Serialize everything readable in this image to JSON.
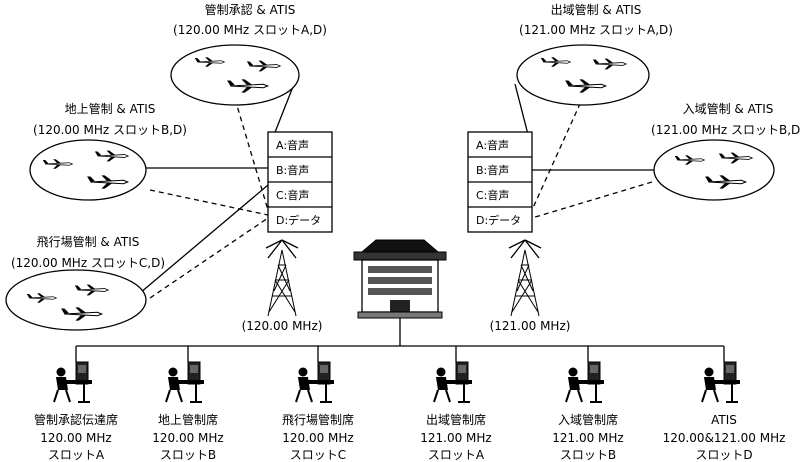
{
  "aircraft_groups": [
    {
      "title": "管制承認 & ATIS",
      "freq": "(120.00 MHz スロットA,D)"
    },
    {
      "title": "地上管制 & ATIS",
      "freq": "(120.00 MHz スロットB,D)"
    },
    {
      "title": "飛行場管制 & ATIS",
      "freq": "(120.00 MHz スロットC,D)"
    },
    {
      "title": "出域管制 & ATIS",
      "freq": "(121.00 MHz スロットA,D)"
    },
    {
      "title": "入域管制 & ATIS",
      "freq": "(121.00 MHz スロットB,D)"
    }
  ],
  "slot_frames": [
    {
      "slots": [
        "A:音声",
        "B:音声",
        "C:音声",
        "D:データ"
      ]
    },
    {
      "slots": [
        "A:音声",
        "B:音声",
        "C:音声",
        "D:データ"
      ]
    }
  ],
  "towers": [
    {
      "label": "(120.00 MHz)"
    },
    {
      "label": "(121.00 MHz)"
    }
  ],
  "stations": [
    {
      "name": "管制承認伝達席",
      "freq": "120.00 MHz",
      "slot": "スロットA"
    },
    {
      "name": "地上管制席",
      "freq": "120.00 MHz",
      "slot": "スロットB"
    },
    {
      "name": "飛行場管制席",
      "freq": "120.00 MHz",
      "slot": "スロットC"
    },
    {
      "name": "出域管制席",
      "freq": "121.00 MHz",
      "slot": "スロットA"
    },
    {
      "name": "入域管制席",
      "freq": "121.00 MHz",
      "slot": "スロットB"
    },
    {
      "name": "ATIS",
      "freq": "120.00&121.00 MHz",
      "slot": "スロットD"
    }
  ]
}
